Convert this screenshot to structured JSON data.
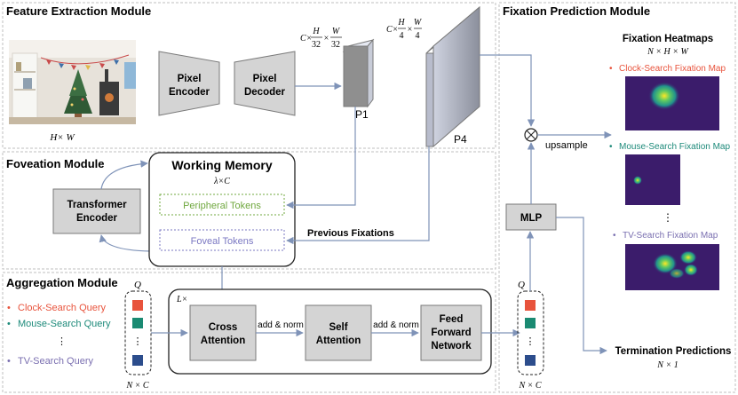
{
  "colors": {
    "arrow": "#7f93b8",
    "box_fill": "#d4d4d4",
    "box_stroke": "#7a7a7a",
    "section_border": "#bfbfbf",
    "peripheral": "#70a83f",
    "foveal": "#7a77c2",
    "clock": "#e8533c",
    "mouse": "#1d8a7a",
    "tv": "#7a6fb0",
    "token_red": "#e8533c",
    "token_green": "#1a8a72",
    "token_blue": "#2c4d8c"
  },
  "sections": {
    "feature_extraction": "Feature Extraction Module",
    "foveation": "Foveation Module",
    "aggregation": "Aggregation Module",
    "fixation_prediction": "Fixation Prediction Module"
  },
  "feature": {
    "image_dims": "H× W",
    "pixel_encoder": [
      "Pixel",
      "Encoder"
    ],
    "pixel_decoder": [
      "Pixel",
      "Decoder"
    ],
    "p1_label": "P1",
    "p4_label": "P4",
    "p1_dims_prefix": "C×",
    "p1_frac1_num": "H",
    "p1_frac1_den": "32",
    "p1_frac2_num": "W",
    "p1_frac2_den": "32",
    "p4_dims_prefix": "C×",
    "p4_frac1_num": "H",
    "p4_frac1_den": "4",
    "p4_frac2_num": "W",
    "p4_frac2_den": "4"
  },
  "foveation": {
    "transformer": [
      "Transformer",
      "Encoder"
    ],
    "working_memory": "Working Memory",
    "memory_dims": "λ×C",
    "peripheral_tokens": "Peripheral Tokens",
    "foveal_tokens": "Foveal Tokens",
    "previous_fixations": "Previous Fixations"
  },
  "aggregation": {
    "q_label": "Q",
    "queries": [
      "Clock-Search Query",
      "Mouse-Search Query",
      "⋮",
      "TV-Search Query"
    ],
    "nxc": "N × C",
    "layers": "L×",
    "cross_attention": [
      "Cross",
      "Attention"
    ],
    "self_attention": [
      "Self",
      "Attention"
    ],
    "ffn": [
      "Feed",
      "Forward",
      "Network"
    ],
    "add_norm_1": "add & norm",
    "add_norm_2": "add & norm",
    "out_q_label": "Q",
    "out_nxc": "N × C",
    "vdots": "⋮"
  },
  "prediction": {
    "mlp": "MLP",
    "upsample": "upsample",
    "heatmaps_title": "Fixation Heatmaps",
    "heatmaps_dims": "N × H × W",
    "clock_map": "Clock-Search Fixation Map",
    "mouse_map": "Mouse-Search Fixation Map",
    "tv_map": "TV-Search Fixation Map",
    "vdots": "⋮",
    "termination": "Termination Predictions",
    "termination_dims": "N × 1",
    "bullet": "•",
    "otimes": "⊗"
  }
}
